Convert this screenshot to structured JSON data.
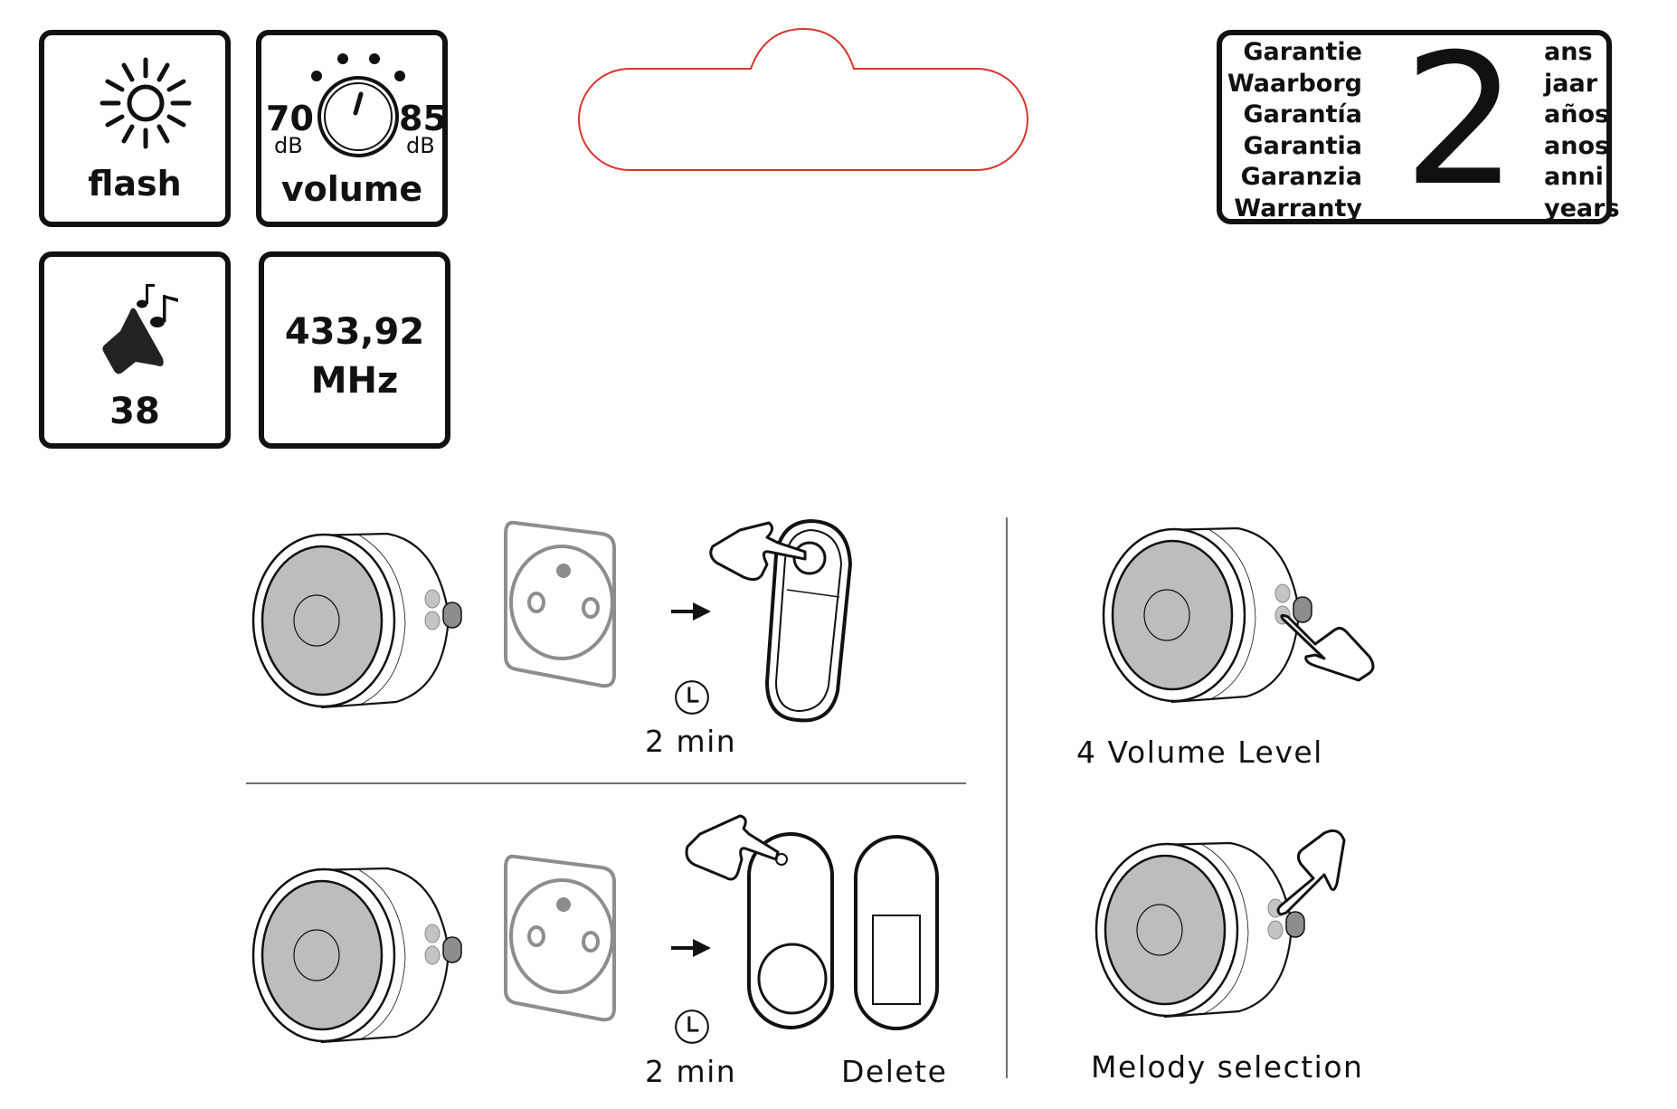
{
  "spec_boxes": {
    "flash": {
      "icon": "sun-icon",
      "label": "flash"
    },
    "volume": {
      "icon": "volume-knob-icon",
      "min_value": "70",
      "min_unit": "dB",
      "max_value": "85",
      "max_unit": "dB",
      "label": "volume"
    },
    "melodies": {
      "icon": "speaker-music-icon",
      "label": "38"
    },
    "frequency": {
      "value": "433,92",
      "unit": "MHz"
    }
  },
  "warranty": {
    "number": "2",
    "words_left": [
      "Garantie",
      "Waarborg",
      "Garantía",
      "Garantia",
      "Garanzia",
      "Warranty"
    ],
    "words_right": [
      "ans",
      "jaar",
      "años",
      "anos",
      "anni",
      "years"
    ]
  },
  "label_outline": {
    "stroke_color": "#d9342b"
  },
  "steps": {
    "pairing": {
      "timer_icon": "clock-icon",
      "duration": "2 min"
    },
    "delete": {
      "timer_icon": "clock-icon",
      "duration": "2 min",
      "caption": "Delete"
    },
    "volume": {
      "caption": "4 Volume Level"
    },
    "melody": {
      "caption": "Melody selection"
    }
  },
  "colors": {
    "line": "#111111",
    "speaker_fill": "#bcbdbf",
    "socket_gray": "#8d8d8d",
    "button_gray": "#c4c4c4",
    "divider": "#6f6f6f"
  }
}
